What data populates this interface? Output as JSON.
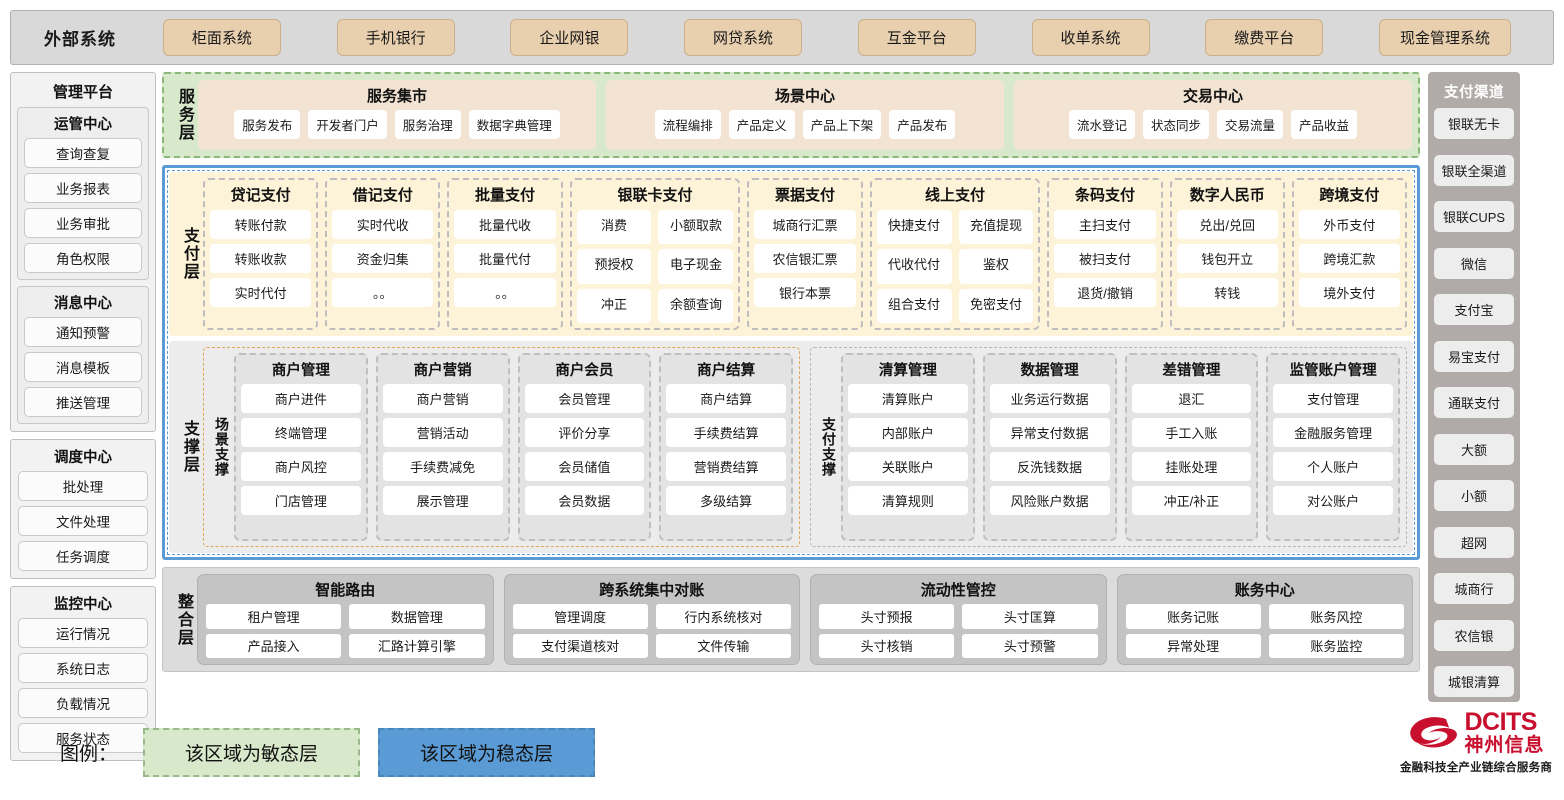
{
  "external": {
    "title": "外部系统",
    "items": [
      "柜面系统",
      "手机银行",
      "企业网银",
      "网贷系统",
      "互金平台",
      "收单系统",
      "缴费平台",
      "现金管理系统"
    ]
  },
  "management": {
    "title": "管理平台",
    "groups": [
      {
        "title": "运管中心",
        "items": [
          "查询查复",
          "业务报表",
          "业务审批",
          "角色权限"
        ]
      },
      {
        "title": "消息中心",
        "items": [
          "通知预警",
          "消息模板",
          "推送管理"
        ]
      }
    ],
    "standalone": [
      {
        "title": "调度中心",
        "items": [
          "批处理",
          "文件处理",
          "任务调度"
        ]
      },
      {
        "title": "监控中心",
        "items": [
          "运行情况",
          "系统日志",
          "负载情况",
          "服务状态"
        ]
      }
    ]
  },
  "service_layer": {
    "label": "服务层",
    "groups": [
      {
        "title": "服务集市",
        "items": [
          "服务发布",
          "开发者门户",
          "服务治理",
          "数据字典管理"
        ]
      },
      {
        "title": "场景中心",
        "items": [
          "流程编排",
          "产品定义",
          "产品上下架",
          "产品发布"
        ]
      },
      {
        "title": "交易中心",
        "items": [
          "流水登记",
          "状态同步",
          "交易流量",
          "产品收益"
        ]
      }
    ]
  },
  "payment_layer": {
    "label": "支付层",
    "columns": [
      {
        "title": "贷记支付",
        "cols": 1,
        "items": [
          "转账付款",
          "转账收款",
          "实时代付"
        ]
      },
      {
        "title": "借记支付",
        "cols": 1,
        "items": [
          "实时代收",
          "资金归集",
          "。。"
        ]
      },
      {
        "title": "批量支付",
        "cols": 1,
        "items": [
          "批量代收",
          "批量代付",
          "。。"
        ]
      },
      {
        "title": "银联卡支付",
        "cols": 2,
        "items": [
          "消费",
          "小额取款",
          "预授权",
          "电子现金",
          "冲正",
          "余额查询"
        ]
      },
      {
        "title": "票据支付",
        "cols": 1,
        "items": [
          "城商行汇票",
          "农信银汇票",
          "银行本票"
        ]
      },
      {
        "title": "线上支付",
        "cols": 2,
        "items": [
          "快捷支付",
          "充值提现",
          "代收代付",
          "鉴权",
          "组合支付",
          "免密支付"
        ]
      },
      {
        "title": "条码支付",
        "cols": 1,
        "items": [
          "主扫支付",
          "被扫支付",
          "退货/撤销"
        ]
      },
      {
        "title": "数字人民币",
        "cols": 1,
        "items": [
          "兑出/兑回",
          "钱包开立",
          "转钱"
        ]
      },
      {
        "title": "跨境支付",
        "cols": 1,
        "items": [
          "外币支付",
          "跨境汇款",
          "境外支付"
        ]
      }
    ]
  },
  "support_layer": {
    "label": "支撑层",
    "halves": [
      {
        "label": "场景支撑",
        "columns": [
          {
            "title": "商户管理",
            "items": [
              "商户进件",
              "终端管理",
              "商户风控",
              "门店管理"
            ]
          },
          {
            "title": "商户营销",
            "items": [
              "商户营销",
              "营销活动",
              "手续费减免",
              "展示管理"
            ]
          },
          {
            "title": "商户会员",
            "items": [
              "会员管理",
              "评价分享",
              "会员储值",
              "会员数据"
            ]
          },
          {
            "title": "商户结算",
            "items": [
              "商户结算",
              "手续费结算",
              "营销费结算",
              "多级结算"
            ]
          }
        ]
      },
      {
        "label": "支付支撑",
        "columns": [
          {
            "title": "清算管理",
            "items": [
              "清算账户",
              "内部账户",
              "关联账户",
              "清算规则"
            ]
          },
          {
            "title": "数据管理",
            "items": [
              "业务运行数据",
              "异常支付数据",
              "反洗钱数据",
              "风险账户数据"
            ]
          },
          {
            "title": "差错管理",
            "items": [
              "退汇",
              "手工入账",
              "挂账处理",
              "冲正/补正"
            ]
          },
          {
            "title": "监管账户管理",
            "items": [
              "支付管理",
              "金融服务管理",
              "个人账户",
              "对公账户"
            ]
          }
        ]
      }
    ]
  },
  "integration_layer": {
    "label": "整合层",
    "groups": [
      {
        "title": "智能路由",
        "items": [
          "租户管理",
          "数据管理",
          "产品接入",
          "汇路计算引擎"
        ]
      },
      {
        "title": "跨系统集中对账",
        "items": [
          "管理调度",
          "行内系统核对",
          "支付渠道核对",
          "文件传输"
        ]
      },
      {
        "title": "流动性管控",
        "items": [
          "头寸预报",
          "头寸匡算",
          "头寸核销",
          "头寸预警"
        ]
      },
      {
        "title": "账务中心",
        "items": [
          "账务记账",
          "账务风控",
          "异常处理",
          "账务监控"
        ]
      }
    ]
  },
  "payment_channel": {
    "title": "支付渠道",
    "items": [
      "银联无卡",
      "银联全渠道",
      "银联CUPS",
      "微信",
      "支付宝",
      "易宝支付",
      "通联支付",
      "大额",
      "小额",
      "超网",
      "城商行",
      "农信银",
      "城银清算"
    ]
  },
  "legend": {
    "label": "图例：",
    "agile": "该区域为敏态层",
    "stable": "该区域为稳态层",
    "agile_color": "#d8e9cb",
    "stable_color": "#5b9bd5"
  },
  "logo": {
    "en": "DCITS",
    "cn": "神州信息",
    "tagline": "金融科技全产业链综合服务商",
    "brand_color": "#c8102e"
  }
}
